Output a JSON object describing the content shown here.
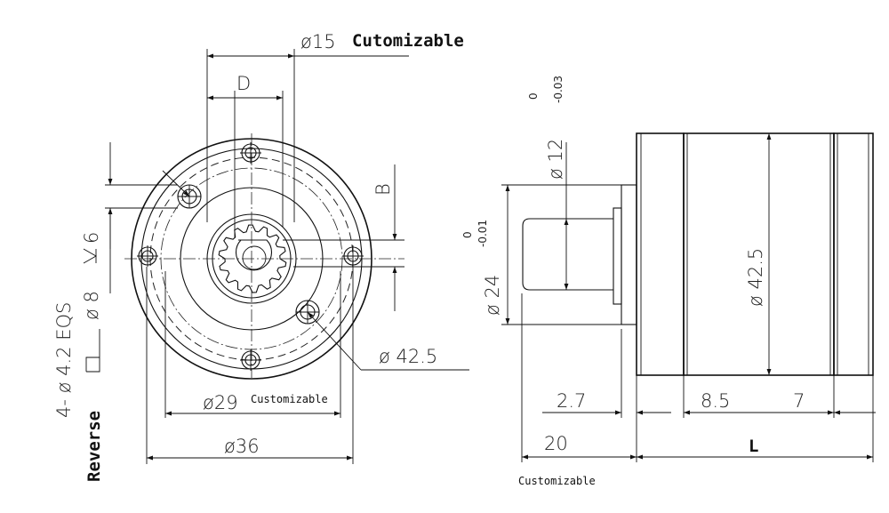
{
  "labels": {
    "shaft_dia": "ø15",
    "shaft_dia_note": "Cutomizable",
    "flat_d": "D",
    "key_b": "B",
    "pcd_42_5": "ø 42.5",
    "pcd_29": "ø29",
    "pcd_29_note": "Customizable",
    "dia_36": "ø36",
    "holes_line1": "4- ø 4.2 EQS",
    "holes_line2": "ø 8",
    "holes_line2_b": "6",
    "reverse": "Reverse",
    "shaft_side": "ø 12",
    "shaft_side_tol_upper": "0",
    "shaft_side_tol_lower": "-0.03",
    "pilot_dia": "ø 24",
    "pilot_tol_upper": "0",
    "pilot_tol_lower": "-0.01",
    "body_dia": "ø 42.5",
    "dim_2_7": "2.7",
    "dim_8_5": "8.5",
    "dim_7": "7",
    "dim_20": "20",
    "dim_l": "L",
    "bottom_note": "Customizable"
  }
}
